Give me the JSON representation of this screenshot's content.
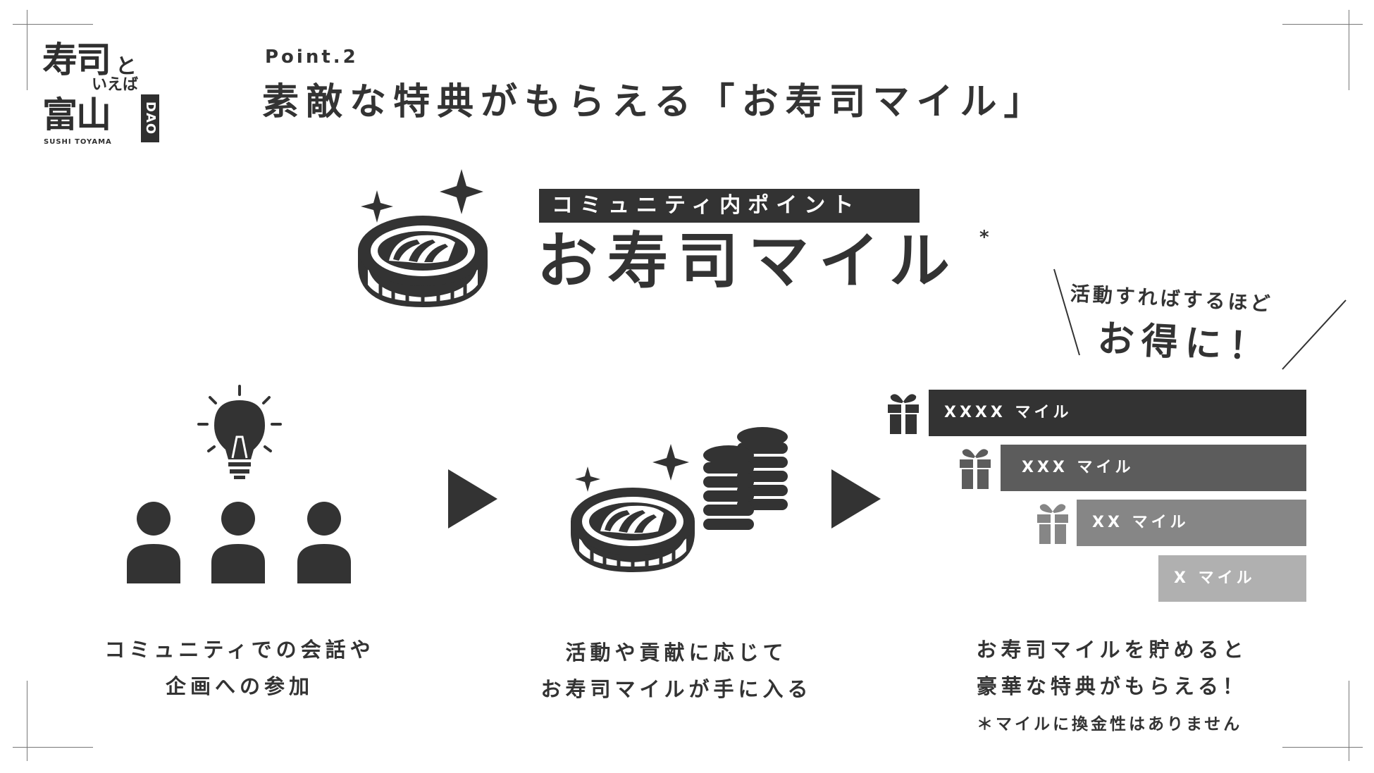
{
  "logo": {
    "line1": "寿司",
    "line1_small": "と",
    "line2_small": "いえば",
    "line3": "富山",
    "dao": "DAO",
    "english": "SUSHI TOYAMA"
  },
  "header": {
    "point_label": "Point.2",
    "title": "素敵な特典がもらえる「お寿司マイル」"
  },
  "hero": {
    "badge": "コミュニティ内ポイント",
    "title": "お寿司マイル",
    "asterisk": "*"
  },
  "callout": {
    "line1": "活動すればするほど",
    "line2": "お得に！"
  },
  "tiers": [
    {
      "label": "XXXX マイル",
      "color": "#333333"
    },
    {
      "label": "XXX マイル",
      "color": "#5c5c5c"
    },
    {
      "label": "XX マイル",
      "color": "#868686"
    },
    {
      "label": "X マイル",
      "color": "#b0b0b0"
    }
  ],
  "steps": [
    {
      "line1": "コミュニティでの会話や",
      "line2": "企画への参加",
      "icon": "people-lightbulb-icon"
    },
    {
      "line1": "活動や貢献に応じて",
      "line2": "お寿司マイルが手に入る",
      "icon": "coin-stack-icon"
    },
    {
      "line1": "お寿司マイルを貯めると",
      "line2": "豪華な特典がもらえる！",
      "icon": "gift-tier-icon"
    }
  ],
  "note": "＊マイルに換金性はありません",
  "colors": {
    "dark": "#333333",
    "tier1": "#333333",
    "tier2": "#5c5c5c",
    "tier3": "#868686",
    "tier4": "#b0b0b0"
  }
}
